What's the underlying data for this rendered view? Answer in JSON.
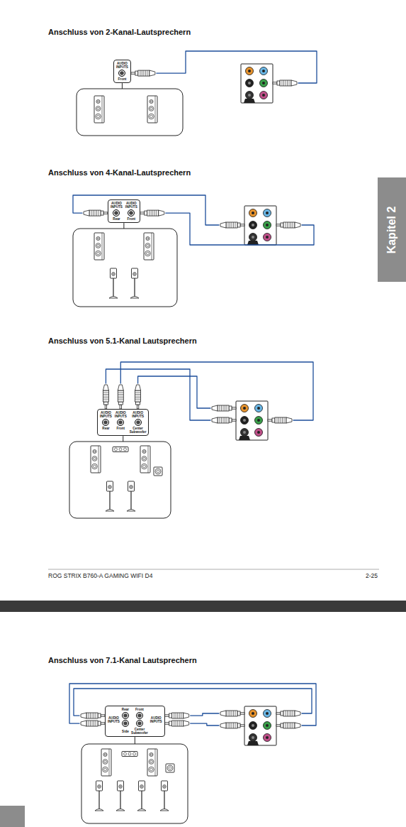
{
  "diagram": {
    "nodes": [
      {
        "text": [
          "AUDIO INPUTS",
          "Front"
        ]
      },
      {
        "text": [
          "Kapitel 2"
        ]
      },
      {
        "text": [
          "AUDIO INPUTS",
          "AUDIO INPUTS",
          "Rear",
          "Front"
        ]
      },
      {
        "text": [
          "AUDIO INPUTS",
          "AUDIO INPUTS",
          "AUDIO INPUTS",
          "Rear",
          "Front",
          "Center Subwoofer"
        ]
      },
      {
        "text": [
          "Rear",
          "Front",
          "AUDIO INPUTS",
          "AUDIO INPUTS",
          "Side",
          "Center Subwoofer"
        ]
      }
    ],
    "labels": [
      "Anschluss von 2-Kanal-Lautsprechern",
      "Anschluss von 4-Kanal-Lautsprechern",
      "Anschluss von 5.1-Kanal Lautsprechern",
      "ROG STRIX B760-A GAMING WIFI D4",
      "2-25",
      "Anschluss von 7.1-Kanal Lautsprechern"
    ]
  }
}
